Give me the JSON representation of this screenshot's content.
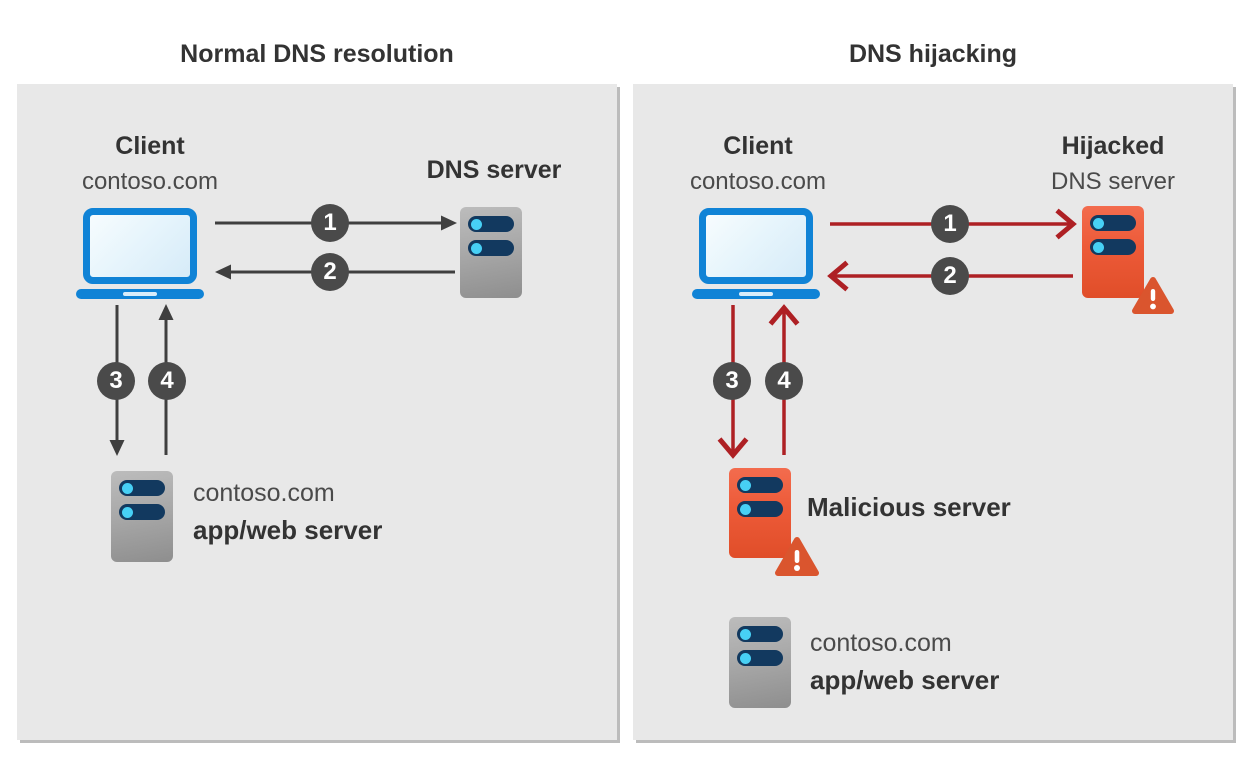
{
  "titles": {
    "left": "Normal DNS resolution",
    "right": "DNS hijacking"
  },
  "left_panel": {
    "client": {
      "name": "Client",
      "domain": "contoso.com"
    },
    "dns_server_label": "DNS server",
    "steps": [
      "1",
      "2",
      "3",
      "4"
    ],
    "app_server": {
      "domain": "contoso.com",
      "role": "app/web server"
    }
  },
  "right_panel": {
    "client": {
      "name": "Client",
      "domain": "contoso.com"
    },
    "dns_server_label_line1": "Hijacked",
    "dns_server_label_line2": "DNS server",
    "steps": [
      "1",
      "2",
      "3",
      "4"
    ],
    "malicious_server_label": "Malicious server",
    "app_server": {
      "domain": "contoso.com",
      "role": "app/web server"
    }
  },
  "icons": {
    "client": "laptop-icon",
    "dns_server": "server-icon",
    "app_server": "server-icon",
    "warning": "warning-triangle-icon"
  },
  "colors": {
    "panel_background": "#e8e8e8",
    "laptop_blue": "#1083d6",
    "server_gray": "#a9a9a9",
    "server_navy_pill": "#12395f",
    "server_cyan_dot": "#47d0f5",
    "malicious_orange": "#ed5a38",
    "warning_orange": "#da552e",
    "arrow_gray": "#3f3f3f",
    "arrow_red": "#ae2024",
    "step_badge_gray": "#4a4a4a",
    "text_dark": "#333333"
  }
}
